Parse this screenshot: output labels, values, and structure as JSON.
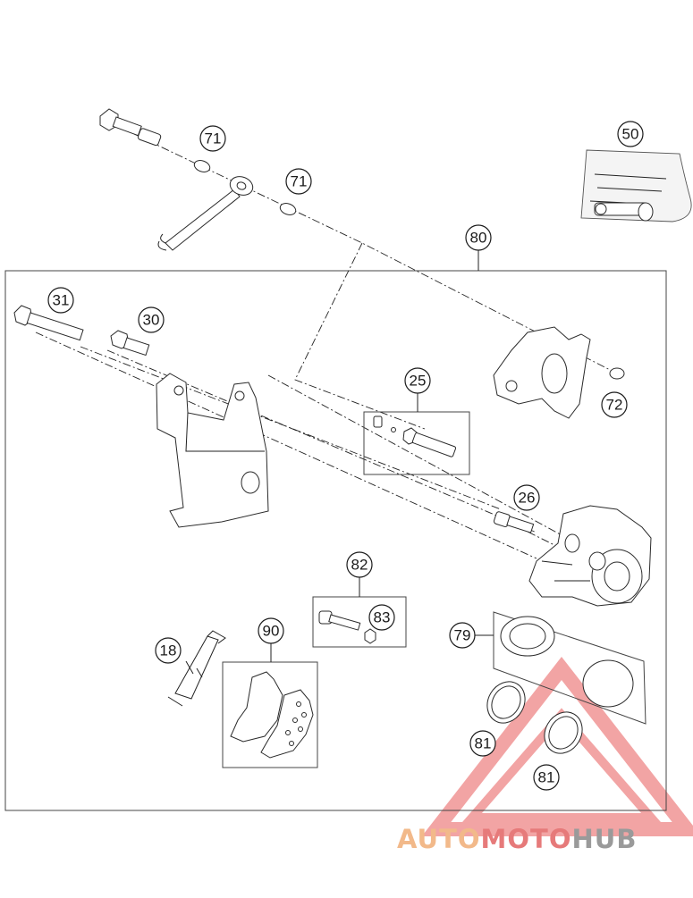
{
  "callouts": {
    "c71a": "71",
    "c71b": "71",
    "c50": "50",
    "c80": "80",
    "c31": "31",
    "c30": "30",
    "c25": "25",
    "c72": "72",
    "c26": "26",
    "c82": "82",
    "c83": "83",
    "c18": "18",
    "c90": "90",
    "c79": "79",
    "c81a": "81",
    "c81b": "81"
  },
  "watermark": {
    "part1": "AUTO",
    "part2": "MOTO",
    "part3": "HUB",
    "colors": {
      "part1": "#f2b98a",
      "part2": "#e67a7a",
      "part3": "#9a9a9a",
      "triangle": "#e85a5a"
    }
  }
}
